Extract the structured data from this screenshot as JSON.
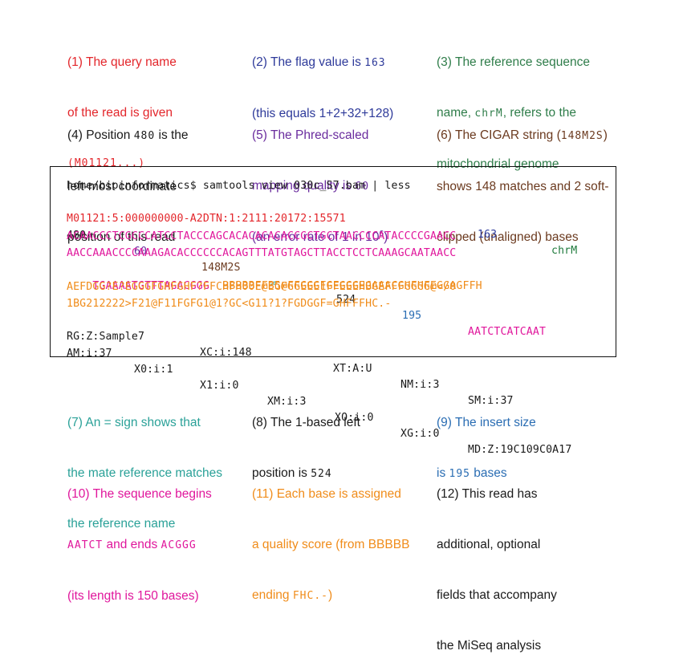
{
  "notes": {
    "n1": {
      "l1": "(1) The query name",
      "l2": "of the read is given",
      "l3": "(M01121...)"
    },
    "n2": {
      "l1": "(2) The flag value is ",
      "v": "163",
      "l2": "(this equals 1+2+32+128)"
    },
    "n3": {
      "l1": "(3) The reference sequence",
      "l2a": "name, ",
      "v": "chrM",
      "l2b": ", refers to the",
      "l3": "mitochondrial genome"
    },
    "n4": {
      "l1a": "(4) Position ",
      "v": "480",
      "l1b": " is the",
      "l2": "left-most coordinate",
      "l3": "position of this read"
    },
    "n5": {
      "l1": "(5) The Phred-scaled",
      "l2a": "mapping quality is ",
      "v": "60",
      "l3a": "(an error rate of 1 in 10",
      "sup": "6",
      "l3b": ")"
    },
    "n6": {
      "l1a": "(6) The CIGAR string (",
      "v": "148M2S",
      "l1b": ")",
      "l2": "shows 148 matches and 2 soft-",
      "l3": "clipped (unaligned) bases"
    },
    "n7": {
      "l1": "(7) An = sign shows that",
      "l2": "the mate reference matches",
      "l3": "the reference name"
    },
    "n8": {
      "l1": "(8) The 1-based left",
      "l2a": "position is ",
      "v": "524"
    },
    "n9": {
      "l1": "(9) The insert size",
      "l2a": "is ",
      "v": "195",
      "l2b": " bases"
    },
    "n10": {
      "l1": "(10) The sequence begins",
      "v1": "AATCT",
      "l2": " and ends ",
      "v2": "ACGGG",
      "l3": "(its length is 150 bases)"
    },
    "n11": {
      "l1": "(11) Each base is assigned",
      "l2": "a quality score (from BBBBB",
      "l3a": "ending ",
      "v": "FHC.-",
      "l3b": ")"
    },
    "n12": {
      "l1": "(12) This read has",
      "l2": "additional, optional",
      "l3": "fields that accompany",
      "l4": "the MiSeq analysis"
    }
  },
  "terminal": {
    "command": "home/bioinformatics$ samtools view 030c_S7.bam | less",
    "qname": "M01121:5:000000000-A2DTN:1:2111:20172:15571",
    "flag": "163",
    "rname": "chrM",
    "pos": "480",
    "mapq": "60",
    "cigar": "148M2S",
    "rnext": "=",
    "pnext": "524",
    "tlen": "195",
    "seq_start": "AATCTCATCAAT",
    "seq_l1": "ACAACCCTCGCCCATCCTACCCAGCACACACACACCGCTGCTAACCCCATACCCCGAACC",
    "seq_l2": "AACCAAACCCCAAAGACACCCCCCACAGTTTATGTAGCTTACCTCCTCAAAGCAATAACC",
    "seq_l3": "TGAAAATGTTTAGACGGG",
    "qual_l1": "BBBBBFFB5@FFGGGFGEGGGEGAAACGHFHFEGGAGFFH",
    "qual_l2": "AEFDGG?E?EGGGFGHFGHF?FFCHFH00E@EGFGGEEE1FFEEEHBGEFFFGGGG@</0",
    "qual_l3": "1BG212222>F21@F11FGFG1@1?GC<G11?1?FGDGGF=GHFFFHC.-",
    "tags_l1": [
      "RG:Z:Sample7",
      "XC:i:148",
      "XT:A:U",
      "NM:i:3",
      "SM:i:37"
    ],
    "tags_l2": [
      "AM:i:37",
      "X0:i:1",
      "X1:i:0",
      "XM:i:3",
      "XO:i:0",
      "XG:i:0",
      "MD:Z:19C109C0A17"
    ]
  }
}
